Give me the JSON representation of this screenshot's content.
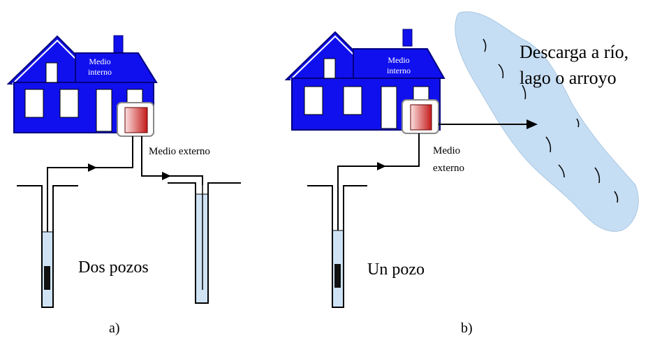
{
  "panel_a": {
    "house_label_line1": "Medio",
    "house_label_line2": "interno",
    "external_label": "Medio externo",
    "wells_label": "Dos pozos",
    "caption": "a)"
  },
  "panel_b": {
    "house_label_line1": "Medio",
    "house_label_line2": "interno",
    "external_label_line1": "Medio",
    "external_label_line2": "externo",
    "wells_label": "Un pozo",
    "river_label_line1": "Descarga a río,",
    "river_label_line2": "lago o arroyo",
    "caption": "b)"
  },
  "colors": {
    "house": "#1010ee",
    "house_dark": "#000080",
    "water": "#cfe3f4",
    "river": "#c6def4",
    "exchanger_light": "#fbe0e0",
    "exchanger_dark": "#c41a1a"
  }
}
